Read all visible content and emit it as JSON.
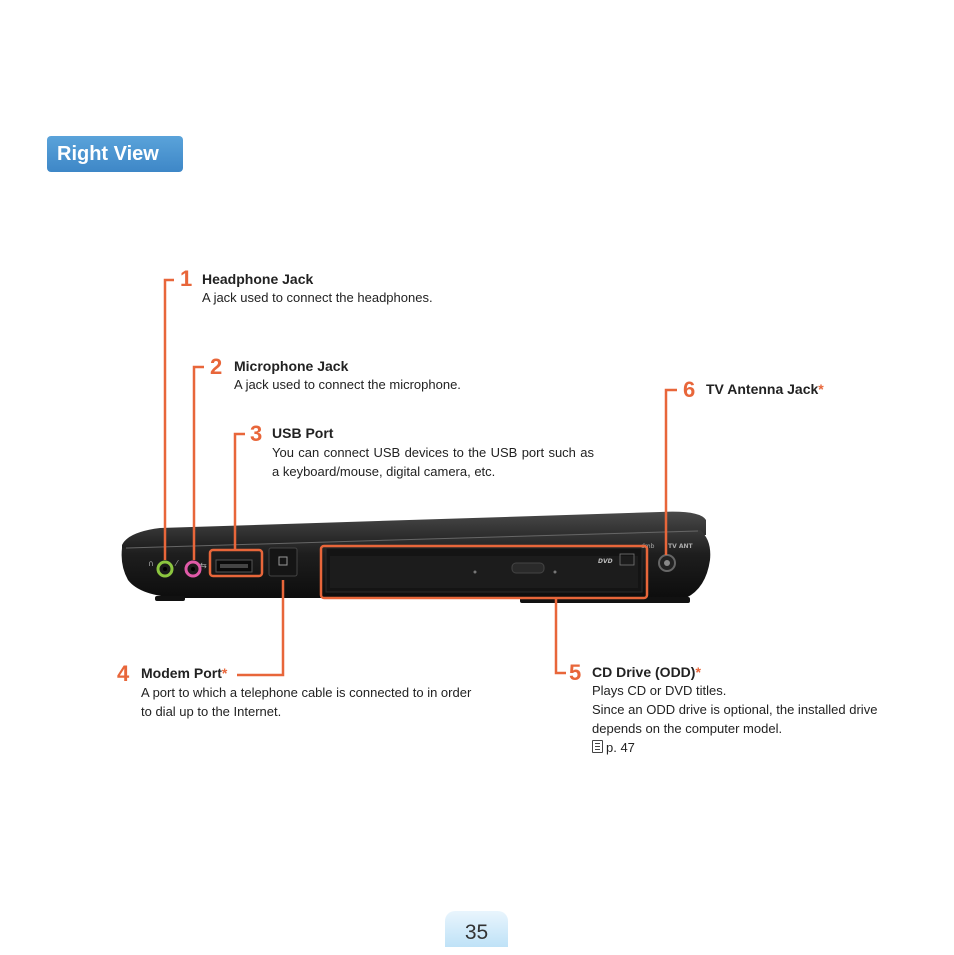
{
  "section": {
    "title": "Right View"
  },
  "items": [
    {
      "num": "1",
      "title": "Headphone Jack",
      "desc": "A jack used to connect the headphones."
    },
    {
      "num": "2",
      "title": "Microphone Jack",
      "desc": "A jack used to connect the microphone."
    },
    {
      "num": "3",
      "title": "USB Port",
      "desc": "You can connect USB devices to the USB port such as a keyboard/mouse, digital camera, etc."
    },
    {
      "num": "4",
      "title": "Modem Port",
      "star": "*",
      "desc": "A port to which a telephone cable is connected to in order to dial up to the Internet."
    },
    {
      "num": "5",
      "title": "CD Drive (ODD)",
      "star": "*",
      "desc1": "Plays CD or DVD titles.",
      "desc2": "Since an ODD drive is optional, the installed drive depends on the computer model.",
      "ref": "p. 47"
    },
    {
      "num": "6",
      "title": "TV Antenna Jack",
      "star": "*"
    }
  ],
  "device_labels": {
    "dvd": "DVD",
    "tv_ant": "TV ANT"
  },
  "page": {
    "number": "35"
  },
  "colors": {
    "accent": "#e8663a",
    "tab": "#4a92d0",
    "page_tab": "#cfe9f9"
  }
}
